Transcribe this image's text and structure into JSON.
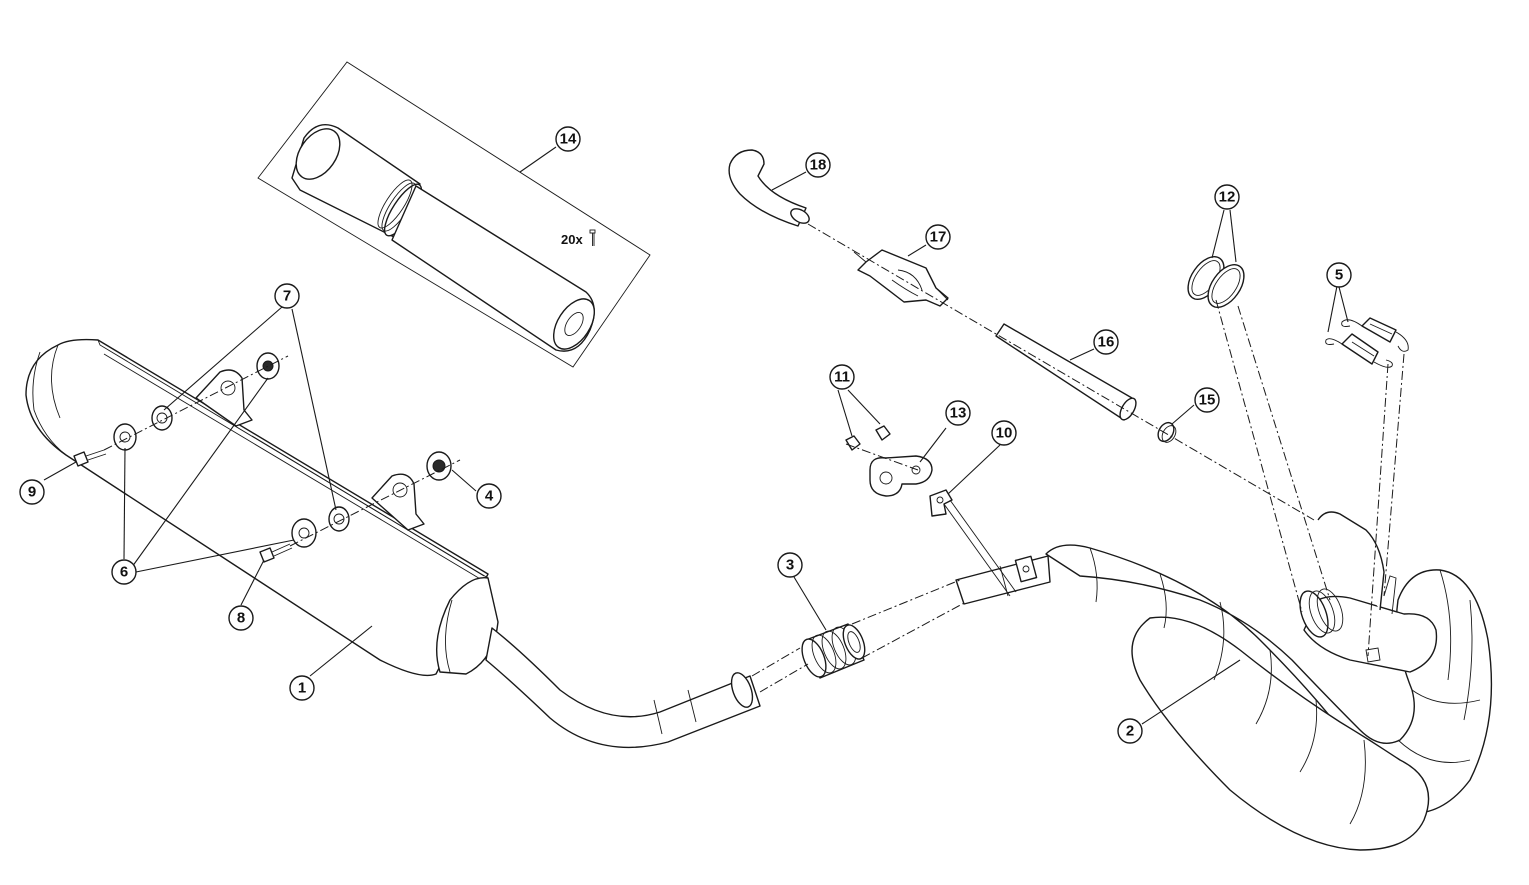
{
  "callouts": [
    {
      "id": "1",
      "label": "1"
    },
    {
      "id": "2",
      "label": "2"
    },
    {
      "id": "3",
      "label": "3"
    },
    {
      "id": "4",
      "label": "4"
    },
    {
      "id": "5",
      "label": "5"
    },
    {
      "id": "6",
      "label": "6"
    },
    {
      "id": "7",
      "label": "7"
    },
    {
      "id": "8",
      "label": "8"
    },
    {
      "id": "9",
      "label": "9"
    },
    {
      "id": "10",
      "label": "10"
    },
    {
      "id": "11",
      "label": "11"
    },
    {
      "id": "12",
      "label": "12"
    },
    {
      "id": "13",
      "label": "13"
    },
    {
      "id": "14",
      "label": "14"
    },
    {
      "id": "15",
      "label": "15"
    },
    {
      "id": "16",
      "label": "16"
    },
    {
      "id": "17",
      "label": "17"
    },
    {
      "id": "18",
      "label": "18"
    }
  ],
  "rivet_note": "20x",
  "colors": {
    "line": "#1a1a1a",
    "background": "#ffffff"
  }
}
